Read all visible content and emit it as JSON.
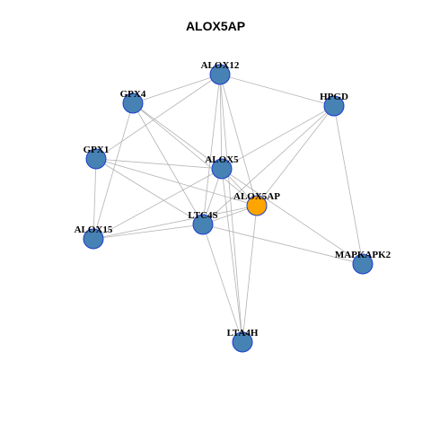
{
  "title": "ALOX5AP",
  "colors": {
    "query_node": "#ffa500",
    "node": "#4682b4",
    "node_border": "#1c3ccf",
    "edge": "#b3b3b3"
  },
  "nodes": [
    {
      "id": "ALOX12",
      "label": "ALOX12",
      "query": false
    },
    {
      "id": "HPGD",
      "label": "HPGD",
      "query": false
    },
    {
      "id": "GPX4",
      "label": "GPX4",
      "query": false
    },
    {
      "id": "GPX1",
      "label": "GPX1",
      "query": false
    },
    {
      "id": "ALOX5",
      "label": "ALOX5",
      "query": false
    },
    {
      "id": "ALOX5AP",
      "label": "ALOX5AP",
      "query": true
    },
    {
      "id": "LTC4S",
      "label": "LTC4S",
      "query": false
    },
    {
      "id": "ALOX15",
      "label": "ALOX15",
      "query": false
    },
    {
      "id": "MAPKAPK2",
      "label": "MAPKAPK2",
      "query": false
    },
    {
      "id": "LTA4H",
      "label": "LTA4H",
      "query": false
    }
  ],
  "edges": [
    [
      "ALOX12",
      "GPX4"
    ],
    [
      "ALOX12",
      "HPGD"
    ],
    [
      "ALOX12",
      "GPX1"
    ],
    [
      "ALOX12",
      "ALOX5"
    ],
    [
      "ALOX12",
      "ALOX5AP"
    ],
    [
      "ALOX12",
      "LTC4S"
    ],
    [
      "ALOX12",
      "LTA4H"
    ],
    [
      "HPGD",
      "ALOX5"
    ],
    [
      "HPGD",
      "ALOX5AP"
    ],
    [
      "HPGD",
      "LTC4S"
    ],
    [
      "HPGD",
      "MAPKAPK2"
    ],
    [
      "GPX4",
      "ALOX5"
    ],
    [
      "GPX4",
      "ALOX5AP"
    ],
    [
      "GPX4",
      "LTC4S"
    ],
    [
      "GPX4",
      "ALOX15"
    ],
    [
      "GPX1",
      "ALOX5"
    ],
    [
      "GPX1",
      "ALOX5AP"
    ],
    [
      "GPX1",
      "ALOX15"
    ],
    [
      "GPX1",
      "LTC4S"
    ],
    [
      "ALOX5",
      "ALOX5AP"
    ],
    [
      "ALOX5",
      "LTC4S"
    ],
    [
      "ALOX5",
      "ALOX15"
    ],
    [
      "ALOX5",
      "MAPKAPK2"
    ],
    [
      "ALOX5",
      "LTA4H"
    ],
    [
      "ALOX5AP",
      "LTC4S"
    ],
    [
      "ALOX5AP",
      "ALOX15"
    ],
    [
      "ALOX5AP",
      "LTA4H"
    ],
    [
      "LTC4S",
      "ALOX15"
    ],
    [
      "LTC4S",
      "MAPKAPK2"
    ],
    [
      "LTC4S",
      "LTA4H"
    ]
  ]
}
